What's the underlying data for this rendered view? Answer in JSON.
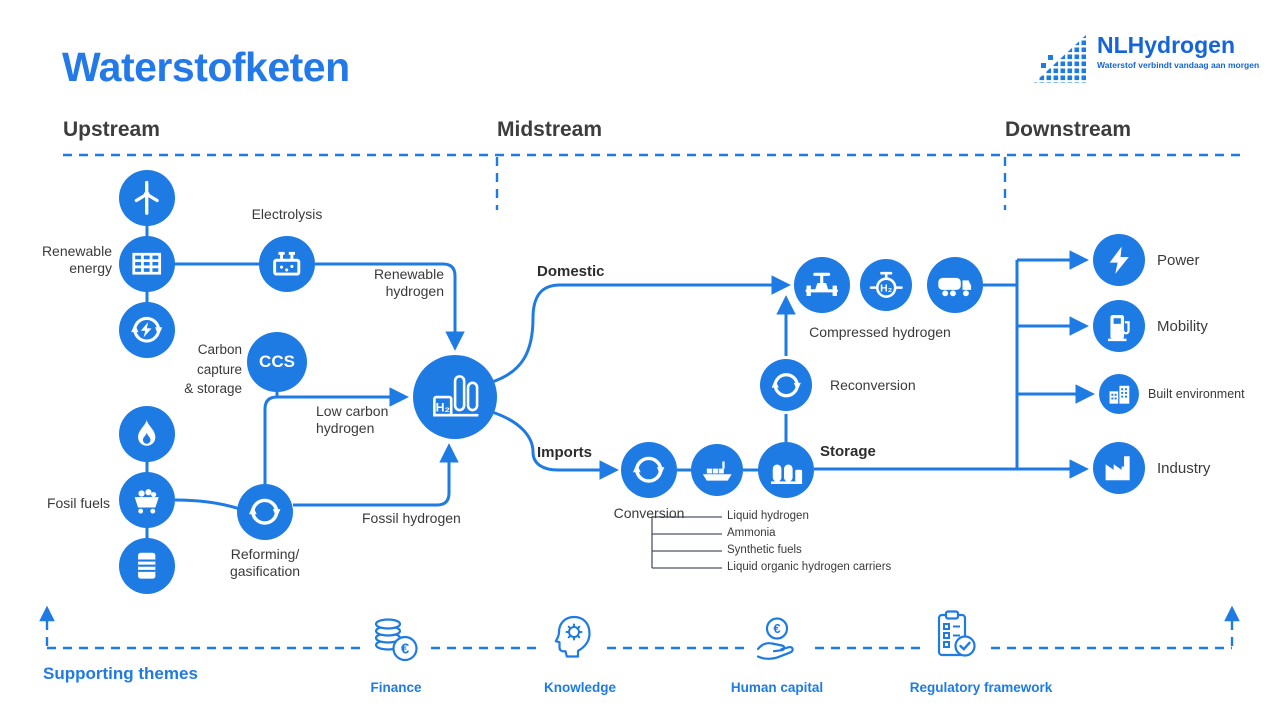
{
  "title": "Waterstofketen",
  "logo": {
    "name": "NLHydrogen",
    "tagline": "Waterstof verbindt vandaag aan morgen"
  },
  "sections": {
    "upstream": "Upstream",
    "midstream": "Midstream",
    "downstream": "Downstream"
  },
  "upstream": {
    "renewable_energy": "Renewable\nenergy",
    "electrolysis": "Electrolysis",
    "carbon_capture": "Carbon\ncapture\n& storage",
    "ccs": "CCS",
    "fossil_fuels": "Fosil fuels",
    "reforming": "Reforming/\ngasification",
    "renewable_hydrogen": "Renewable\nhydrogen",
    "low_carbon_hydrogen": "Low carbon\nhydrogen",
    "fossil_hydrogen": "Fossil hydrogen",
    "h2_symbol": "H₂"
  },
  "midstream": {
    "domestic": "Domestic",
    "imports": "Imports",
    "compressed_hydrogen": "Compressed hydrogen",
    "reconversion": "Reconversion",
    "conversion": "Conversion",
    "storage": "Storage",
    "h2_symbol": "H₂",
    "carriers": [
      "Liquid hydrogen",
      "Ammonia",
      "Synthetic fuels",
      "Liquid organic hydrogen carriers"
    ]
  },
  "downstream": {
    "power": "Power",
    "mobility": "Mobility",
    "built_environment": "Built environment",
    "industry": "Industry"
  },
  "supporting": {
    "label": "Supporting themes",
    "themes": [
      "Finance",
      "Knowledge",
      "Human capital",
      "Regulatory framework"
    ]
  },
  "icons": {
    "euro": "€"
  },
  "colors": {
    "primary_blue": "#1E7BE3",
    "logo_blue": "#1565D8",
    "dark_text": "#3A3A3A"
  }
}
